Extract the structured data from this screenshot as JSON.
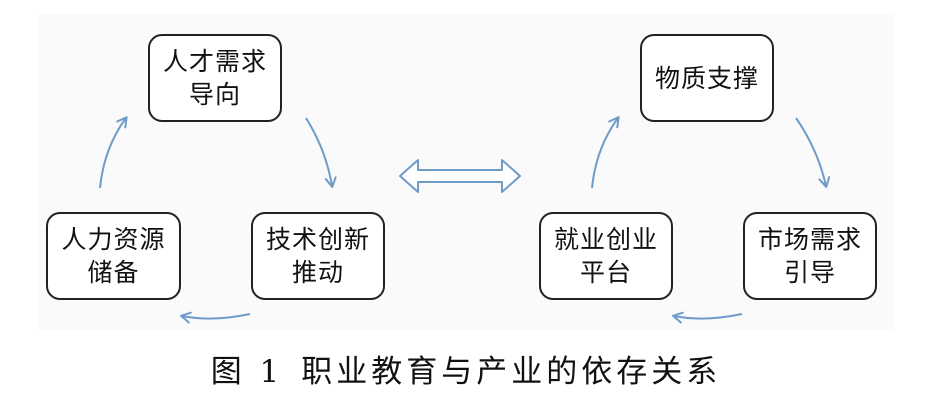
{
  "diagram": {
    "left_cycle": {
      "nodes": [
        {
          "id": "talent",
          "label": "人才需求\n导向"
        },
        {
          "id": "tech",
          "label": "技术创新\n推动"
        },
        {
          "id": "reserve",
          "label": "人力资源\n储备"
        }
      ]
    },
    "right_cycle": {
      "nodes": [
        {
          "id": "material",
          "label": "物质支撑"
        },
        {
          "id": "market",
          "label": "市场需求\n引导"
        },
        {
          "id": "employ",
          "label": "就业创业\n平台"
        }
      ]
    },
    "colors": {
      "arrow": "#6f9bc9",
      "node_border": "#222222",
      "panel_bg": "#fafafa"
    }
  },
  "caption": {
    "figure_label": "图 1",
    "title": "职业教育与产业的依存关系"
  }
}
